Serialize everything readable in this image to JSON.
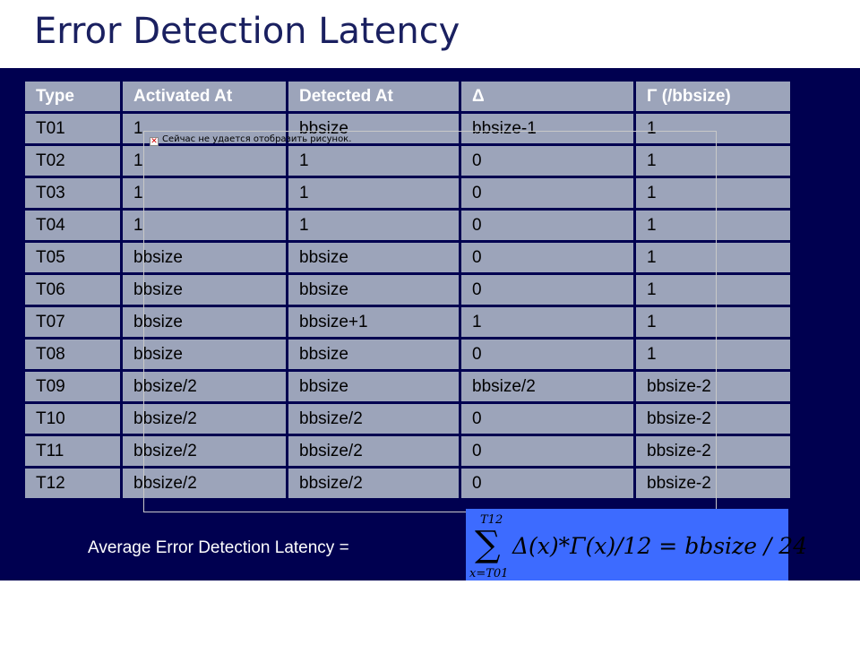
{
  "title": "Error Detection Latency",
  "table": {
    "headers": [
      "Type",
      "Activated At",
      "Detected At",
      "Δ",
      "Γ (/bbsize)"
    ],
    "rows": [
      [
        "T01",
        "1",
        "bbsize",
        "bbsize-1",
        "1"
      ],
      [
        "T02",
        "1",
        "1",
        "0",
        "1"
      ],
      [
        "T03",
        "1",
        "1",
        "0",
        "1"
      ],
      [
        "T04",
        "1",
        "1",
        "0",
        "1"
      ],
      [
        "T05",
        "bbsize",
        "bbsize",
        "0",
        "1"
      ],
      [
        "T06",
        "bbsize",
        "bbsize",
        "0",
        "1"
      ],
      [
        "T07",
        "bbsize",
        "bbsize+1",
        "1",
        "1"
      ],
      [
        "T08",
        "bbsize",
        "bbsize",
        "0",
        "1"
      ],
      [
        "T09",
        "bbsize/2",
        "bbsize",
        "bbsize/2",
        "bbsize-2"
      ],
      [
        "T10",
        "bbsize/2",
        "bbsize/2",
        "0",
        "bbsize-2"
      ],
      [
        "T11",
        "bbsize/2",
        "bbsize/2",
        "0",
        "bbsize-2"
      ],
      [
        "T12",
        "bbsize/2",
        "bbsize/2",
        "0",
        "bbsize-2"
      ]
    ]
  },
  "broken_image": {
    "icon": "broken-image-icon",
    "text": "Сейчас не удается отобразить рисунок."
  },
  "average": {
    "label": "Average Error Detection Latency =",
    "formula": {
      "sum_upper": "T12",
      "sum_lower": "x=T01",
      "expression": "Δ(x)*Γ(x)/12 = bbsize / 24"
    }
  },
  "colors": {
    "panel": "#000050",
    "cell": "#9ca4ba",
    "title": "#1a2060",
    "formula_bg": "#3d6bff"
  }
}
